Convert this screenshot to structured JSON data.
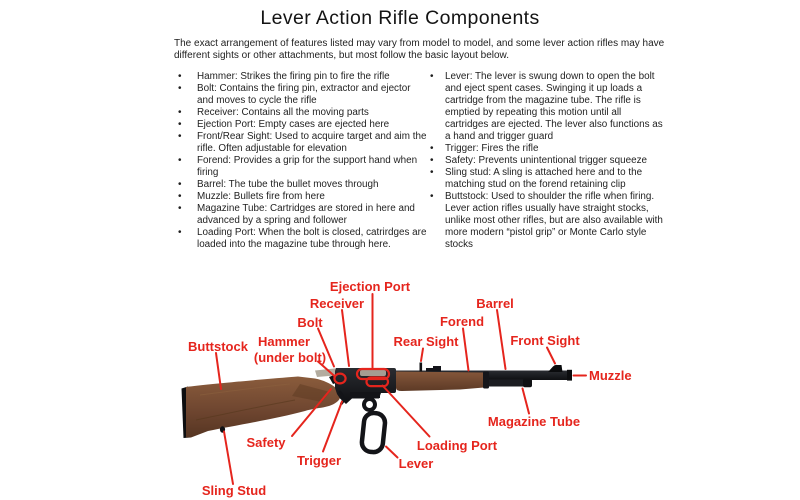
{
  "header": {
    "title": "Lever Action Rifle Components",
    "intro": "The exact arrangement of features listed may vary from model to model, and some lever action rifles may have different sights or other attachments, but most follow the basic layout below."
  },
  "lists": {
    "left": [
      "Hammer: Strikes the firing pin to fire the rifle",
      "Bolt: Contains the firing pin, extractor and ejector and moves to cycle the rifle",
      "Receiver: Contains all the moving parts",
      "Ejection Port: Empty cases are ejected here",
      "Front/Rear Sight: Used to acquire target and aim the rifle. Often adjustable for elevation",
      "Forend: Provides a grip for the support hand when firing",
      "Barrel: The tube the bullet moves through",
      "Muzzle: Bullets fire from here",
      "Magazine Tube: Cartridges are stored in here and advanced by a spring and follower",
      "Loading Port: When the bolt is closed, catrirdges are loaded into the magazine tube through here."
    ],
    "right": [
      "Lever: The lever is swung down to open the bolt and eject spent cases. Swinging it up loads a cartridge from the magazine tube. The rifle is emptied by repeating this motion until all cartridges are ejected. The lever also functions as a hand and trigger guard",
      "Trigger: Fires the rifle",
      "Safety: Prevents unintentional trigger squeeze",
      "Sling stud: A sling is attached here and to the matching stud on the forend retaining clip",
      "Buttstock: Used to  shoulder the rifle when firing. Lever action rifles usually have straight stocks, unlike most other rifles, but are also available with more modern “pistol grip” or Monte Carlo  style stocks"
    ]
  },
  "diagram": {
    "colors": {
      "label_red": "#e5251d",
      "wood": "#6f4630",
      "metal": "#17181c"
    },
    "labels": {
      "buttstock": "Buttstock",
      "hammer_line1": "Hammer",
      "hammer_line2": "(under bolt)",
      "bolt": "Bolt",
      "receiver": "Receiver",
      "ejection_port": "Ejection Port",
      "rear_sight": "Rear Sight",
      "forend": "Forend",
      "barrel": "Barrel",
      "front_sight": "Front Sight",
      "muzzle": "Muzzle",
      "magazine_tube": "Magazine Tube",
      "loading_port": "Loading Port",
      "lever": "Lever",
      "trigger": "Trigger",
      "safety": "Safety",
      "sling_stud": "Sling Stud"
    }
  }
}
